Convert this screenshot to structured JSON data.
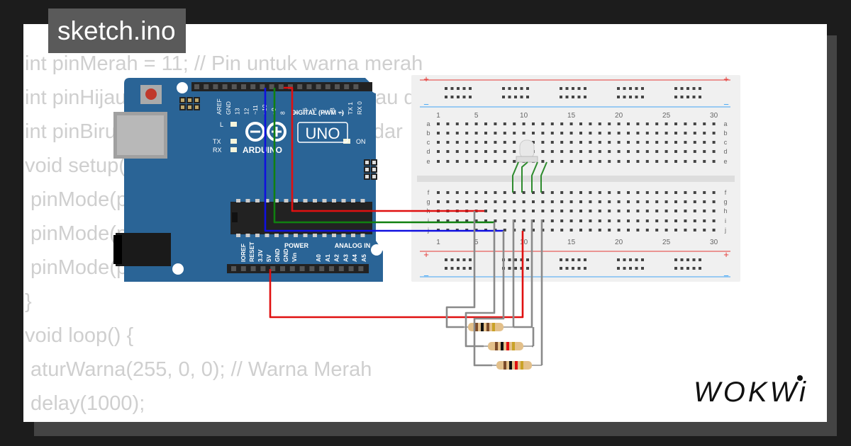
{
  "file_tab": {
    "name": "sketch.ino"
  },
  "code_lines": [
    "int pinMerah = 11; // Pin untuk warna merah",
    "int pinHijau = 10; // Pin untuk warna hijau da",
    "int pinBiru = 9; // Pin untuk warna biru dar",
    "void setup() {",
    " pinMode(pinMerah, OUTPUT);",
    " pinMode(pinHijau, OUTPUT);",
    " pinMode(pinBiru, OUTPUT);",
    "}",
    "void loop() {",
    " aturWarna(255, 0, 0); // Warna Merah",
    " delay(1000);"
  ],
  "arduino": {
    "logo_text": "ARDUINO",
    "model": "UNO",
    "on_label": "ON",
    "digital_label": "DIGITAL (PWM ~)",
    "power_label": "POWER",
    "analog_label": "ANALOG IN",
    "led_l": "L",
    "led_tx": "TX",
    "led_rx": "RX",
    "top_pins": [
      "AREF",
      "GND",
      "13",
      "12",
      "~11",
      "~10",
      "~9",
      "8",
      "7",
      "~6",
      "~5",
      "4",
      "~3",
      "2",
      "TX 1",
      "RX 0"
    ],
    "power_pins": [
      "IOREF",
      "RESET",
      "3.3V",
      "5V",
      "GND",
      "GND",
      "Vin"
    ],
    "analog_pins": [
      "A0",
      "A1",
      "A2",
      "A3",
      "A4",
      "A5"
    ]
  },
  "breadboard": {
    "column_numbers": [
      "1",
      "5",
      "10",
      "15",
      "20",
      "25",
      "30"
    ],
    "rows_top": [
      "a",
      "b",
      "c",
      "d",
      "e"
    ],
    "rows_bottom": [
      "f",
      "g",
      "h",
      "i",
      "j"
    ],
    "plus": "+",
    "minus": "−"
  },
  "brand": {
    "logo": "WOKWi"
  },
  "colors": {
    "board": "#2a6496",
    "wire_red": "#e01010",
    "wire_green": "#108010",
    "wire_blue": "#1010e0",
    "wire_gray": "#8a8a8a",
    "rail_red": "#e53935",
    "rail_blue": "#42a5f5"
  }
}
